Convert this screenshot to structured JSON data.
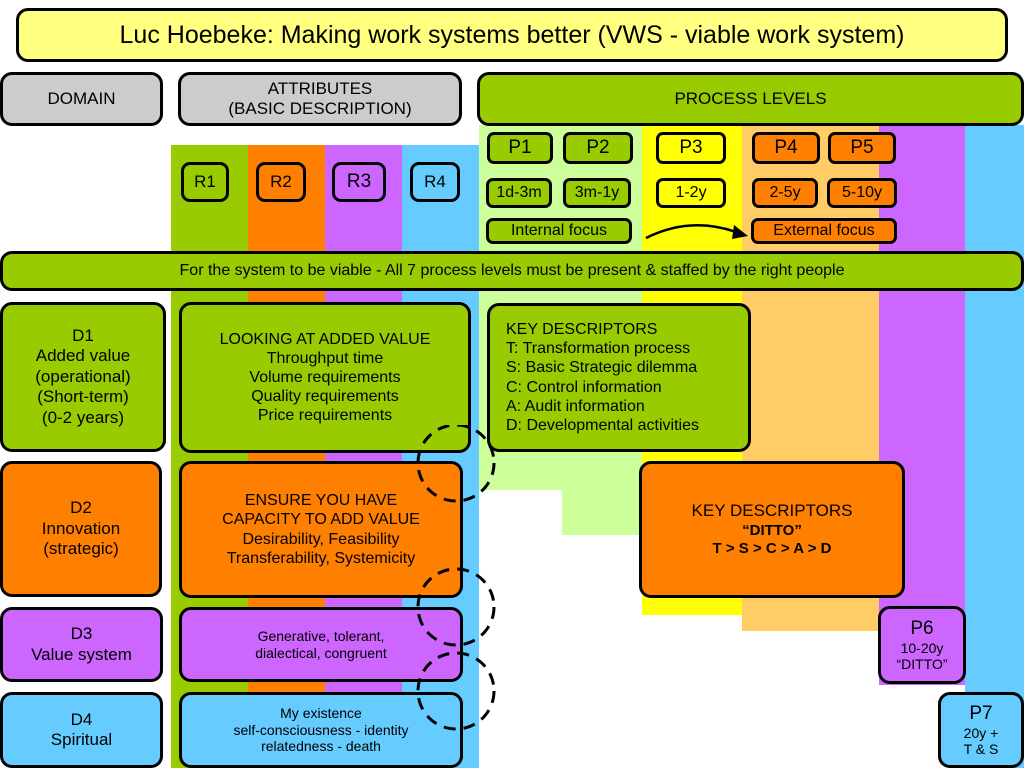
{
  "title": "Luc Hoebeke: Making work systems better (VWS - viable work system)",
  "headers": {
    "domain": "DOMAIN",
    "attributes_line1": "ATTRIBUTES",
    "attributes_line2": "(BASIC DESCRIPTION)",
    "process_levels": "PROCESS LEVELS"
  },
  "roles": [
    "R1",
    "R2",
    "R3",
    "R4"
  ],
  "levels": {
    "p1": {
      "label": "P1",
      "span": "1d-3m"
    },
    "p2": {
      "label": "P2",
      "span": "3m-1y"
    },
    "p3": {
      "label": "P3",
      "span": "1-2y"
    },
    "p4": {
      "label": "P4",
      "span": "2-5y"
    },
    "p5": {
      "label": "P5",
      "span": "5-10y"
    },
    "p6": {
      "label": "P6",
      "span": "10-20y",
      "note": "“DITTO”"
    },
    "p7": {
      "label": "P7",
      "span": "20y +",
      "note": "T & S"
    }
  },
  "focus": {
    "internal": "Internal focus",
    "external": "External focus"
  },
  "viability_banner": "For the system to be viable - All 7 process levels must be present & staffed by the right people",
  "domains": {
    "d1": [
      "D1",
      "Added value",
      "(operational)",
      "(Short-term)",
      "(0-2 years)"
    ],
    "d2": [
      "D2",
      "Innovation",
      "(strategic)"
    ],
    "d3": [
      "D3",
      "Value system"
    ],
    "d4": [
      "D4",
      "Spiritual"
    ]
  },
  "attributes": {
    "a1": [
      "LOOKING AT ADDED VALUE",
      "Throughput time",
      "Volume requirements",
      "Quality requirements",
      "Price requirements"
    ],
    "a2": [
      "ENSURE YOU HAVE",
      "CAPACITY TO ADD VALUE",
      "Desirability, Feasibility",
      "Transferability, Systemicity"
    ],
    "a3": [
      "Generative, tolerant,",
      "dialectical, congruent"
    ],
    "a4": [
      "My existence",
      "self-consciousness - identity",
      "relatedness - death"
    ]
  },
  "key_descriptors_1": {
    "title": "KEY DESCRIPTORS",
    "items": [
      "T: Transformation process",
      "S: Basic Strategic dilemma",
      "C: Control information",
      "A: Audit information",
      "D: Developmental activities"
    ]
  },
  "key_descriptors_2": {
    "title": "KEY DESCRIPTORS",
    "ditto": "“DITTO”",
    "sequence": "T > S > C > A > D"
  },
  "colors": {
    "green": "#99cc00",
    "orange": "#ff8000",
    "purple": "#cc66ff",
    "blue": "#66ccff",
    "light_orange": "#ffcc66",
    "pale_green": "#ccff99",
    "yellow": "#ffff00",
    "gray": "#cccccc",
    "title_bg": "#ffff80"
  }
}
